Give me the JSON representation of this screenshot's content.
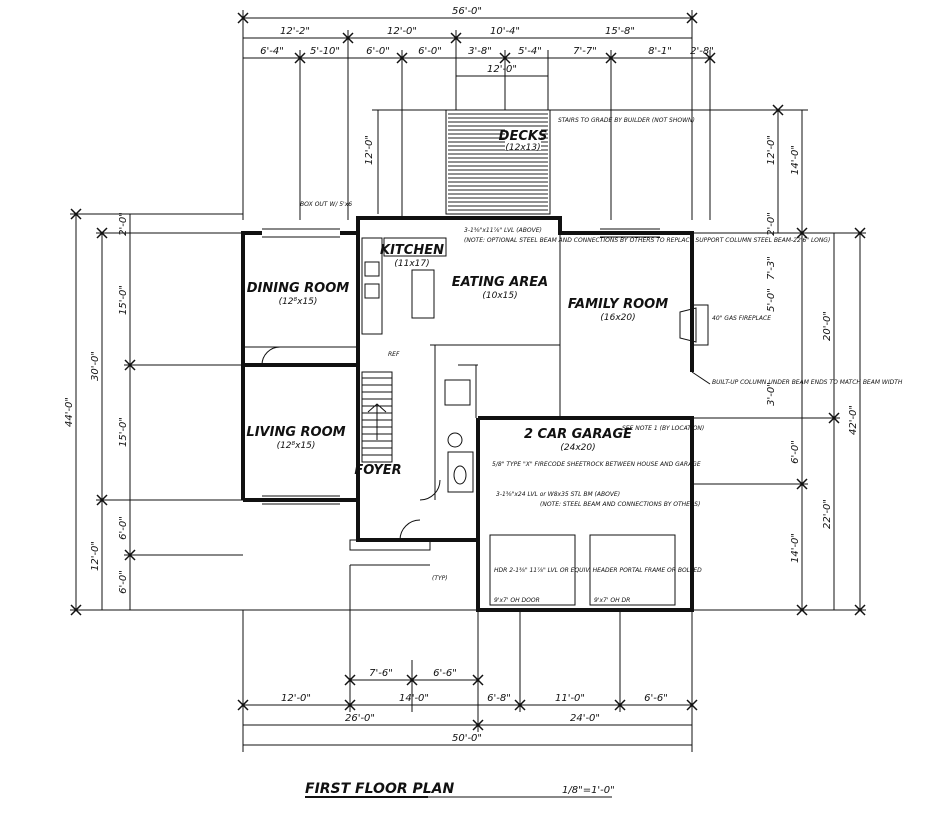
{
  "rooms": {
    "decks": {
      "name": "DECKS",
      "size": "(12x13)"
    },
    "kitchen": {
      "name": "KITCHEN",
      "size": "(11x17)"
    },
    "eating_area": {
      "name": "EATING AREA",
      "size": "(10x15)"
    },
    "dining_room": {
      "name": "DINING ROOM",
      "size": "(12⁸x15)"
    },
    "family_room": {
      "name": "FAMILY ROOM",
      "size": "(16x20)"
    },
    "living_room": {
      "name": "LIVING ROOM",
      "size": "(12⁸x15)"
    },
    "foyer": {
      "name": "FOYER"
    },
    "garage": {
      "name": "2 CAR GARAGE",
      "size": "(24x20)"
    }
  },
  "notes": {
    "deck_note": "STAIRS TO GRADE BY BUILDER (NOT SHOWN)",
    "steel_beam": "(NOTE: OPTIONAL STEEL BEAM AND CONNECTIONS BY OTHERS TO REPLACE SUPPORT COLUMN STEEL BEAM-22'6\" LONG)",
    "beam_top": "3-1⅜\"x11⅞\" LVL (ABOVE)",
    "gas_fireplace": "40\" GAS FIREPLACE",
    "column_note": "BUILT-UP COLUMN UNDER BEAM ENDS TO MATCH BEAM WIDTH",
    "garage_note": "SEE NOTE 1 (BY LOCATION)",
    "firecode": "5/8\" TYPE \"X\" FIRECODE SHEETROCK BETWEEN HOUSE AND GARAGE",
    "garage_beam": "3-1⅜\"x24 LVL or W8x35 STL BM (ABOVE)",
    "garage_beam2": "(NOTE: STEEL BEAM AND CONNECTIONS BY OTHERS)",
    "header": "HDR 2-1⅜\" 11⅞\" LVL OR EQUIV. HEADER PORTAL FRAME OR BOLLED",
    "door_left": "9'x7' OH DOOR",
    "door_right": "9'x7' OH DR",
    "box_out": "BOX OUT W/ 5'x6",
    "typ": "(TYP)",
    "ref": "REF"
  },
  "dims": {
    "top_overall": "56'-0\"",
    "top_row2": [
      "12'-2\"",
      "12'-0\"",
      "10'-4\"",
      "15'-8\""
    ],
    "top_row3": [
      "6'-4\"",
      "5'-10\"",
      "6'-0\"",
      "6'-0\"",
      "3'-8\"",
      "5'-4\"",
      "7'-7\"",
      "8'-1\"",
      "2'-8\""
    ],
    "deck_width": "12'-0\"",
    "bottom_row1": [
      "7'-6\"",
      "6'-6\""
    ],
    "bottom_row2": [
      "12'-0\"",
      "14'-0\"",
      "6'-8\"",
      "11'-0\"",
      "6'-6\""
    ],
    "bottom_row3": [
      "26'-0\"",
      "24'-0\""
    ],
    "bottom_overall": "50'-0\"",
    "left_overall": "44'-0\"",
    "left_a": "30'-0\"",
    "left_b": "12'-0\"",
    "left_parts": [
      "2'-0\"",
      "15'-0\"",
      "15'-0\"",
      "6'-0\"",
      "6'-0\""
    ],
    "right_overall": "42'-0\"",
    "right_a": "20'-0\"",
    "right_b": "22'-0\"",
    "right_parts": [
      "12'-0\"",
      "14'-0\"",
      "2'-0\"",
      "7'-3\"",
      "5'-0\"",
      "3'-0\"",
      "6'-0\"",
      "14'-0\""
    ]
  },
  "footer": {
    "title": "FIRST FLOOR PLAN",
    "scale": "1/8\"=1'-0\""
  }
}
